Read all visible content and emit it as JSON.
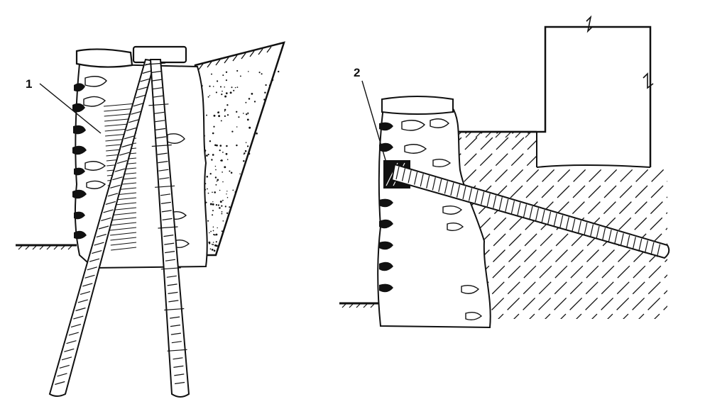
{
  "labels": {
    "callout_1": "1",
    "callout_2": "2"
  },
  "colors": {
    "ink": "#111111",
    "paper": "#ffffff",
    "shade": "#d9d9d9"
  },
  "figures": {
    "left": {
      "elements": [
        "wall-cap-stones",
        "masonry-wall",
        "inclined-anchor-left",
        "inclined-anchor-right",
        "backfill-soil",
        "ground-line"
      ]
    },
    "right": {
      "elements": [
        "masonry-wall",
        "ground-anchor",
        "soil-hatching",
        "building-outline",
        "break-marks",
        "ground-line"
      ]
    }
  }
}
